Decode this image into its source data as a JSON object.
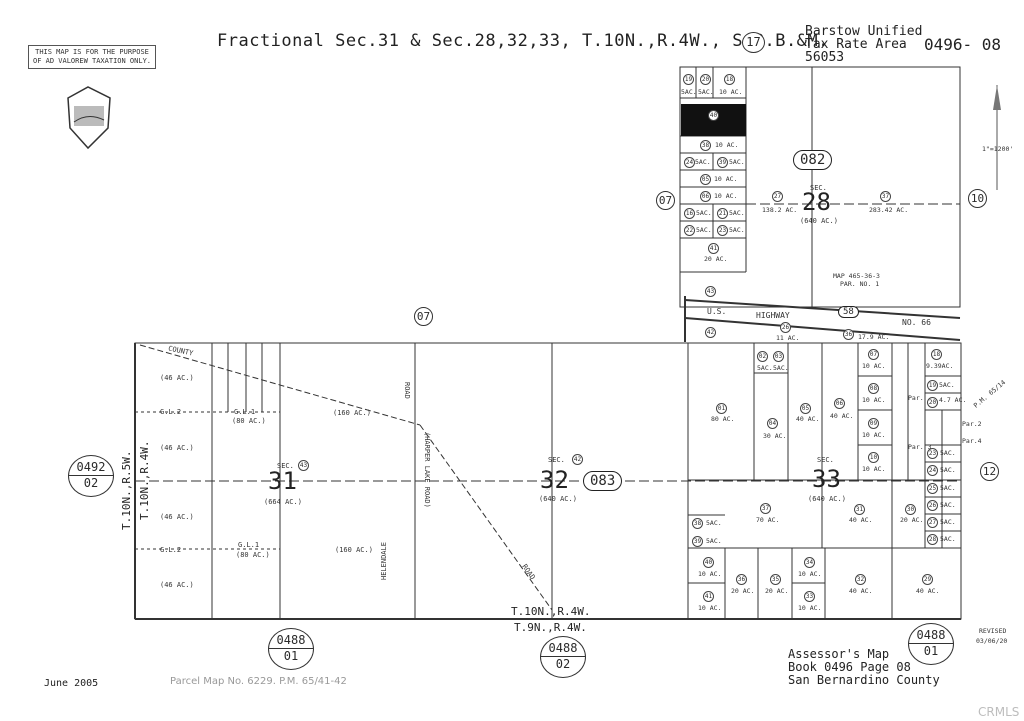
{
  "header": {
    "title": "Fractional Sec.31 & Sec.28,32,33, T.10N.,R.4W., S.B.B.&M.",
    "book_circle": "17",
    "district_line1": "Barstow Unified",
    "district_line2": "Tax Rate Area",
    "district_line3": "56053",
    "map_ref": "0496- 08"
  },
  "disclaimer": {
    "line1": "THIS MAP IS FOR THE PURPOSE",
    "line2": "OF AD VALOREW TAXATION ONLY."
  },
  "scale": "1\"=1200'",
  "adjacent": {
    "left_top": "0492",
    "left_bottom": "02",
    "bottom_left_top": "0488",
    "bottom_left_bottom": "01",
    "bottom_mid_top": "0488",
    "bottom_mid_bottom": "02",
    "bottom_right_top": "0488",
    "bottom_right_bottom": "01"
  },
  "page_circles": {
    "p07a": "07",
    "p07b": "07",
    "p10": "10",
    "p12": "12"
  },
  "pages": {
    "p082": "082",
    "p083": "083",
    "p58": "58"
  },
  "sections": {
    "s28_label": "SEC.",
    "s28_num": "28",
    "s28_acres": "(640 AC.)",
    "s31_label": "SEC.",
    "s31_circle": "43",
    "s31_num": "31",
    "s31_acres": "(664 AC.)",
    "s32_label": "SEC.",
    "s32_circle": "42",
    "s32_num": "32",
    "s32_acres": "(640 AC.)",
    "s33_label": "SEC.",
    "s33_num": "33",
    "s33_acres": "(640 AC.)"
  },
  "roads": {
    "highway_us": "U.S.",
    "highway_name": "HIGHWAY",
    "highway_no": "NO. 66",
    "county": "COUNTY",
    "helendale": "HELENDALE",
    "road": "ROAD",
    "harper": "(HARPER LAKE ROAD)",
    "road2": "ROAD"
  },
  "township": {
    "t10n_r5w": "T.10N.,R.5W.",
    "t10n_r4w_left": "T.10N.,R.4W.",
    "t10n_r4w": "T.10N.,R.4W.",
    "t9n_r4w": "T.9N.,R.4W."
  },
  "annotations": {
    "map_ref_line1": "MAP 465-36-3",
    "map_ref_line2": "PAR. NO. 1",
    "pm": "P.M. 65/14",
    "par2": "Par.2",
    "par4": "Par.4",
    "par1": "Par.",
    "par3": "Par. 3"
  },
  "parcels_sec31": [
    {
      "num": "",
      "acres": "(46 AC.)"
    },
    {
      "num": "",
      "acres": "(46 AC.)"
    },
    {
      "num": "",
      "acres": "(46 AC.)"
    },
    {
      "num": "",
      "acres": "(46 AC.)"
    }
  ],
  "gl": {
    "gl2a": "G.L.2",
    "gl1a": "G.L.1",
    "gl1a_ac": "(80 AC.)",
    "gl2b": "G.L.2",
    "gl1b": "G.L.1",
    "gl1b_ac": "(80 AC.)",
    "ac160a": "(160 AC.)",
    "ac160b": "(160 AC.)"
  },
  "sec28_parcels": {
    "p19": "19",
    "p20": "20",
    "p18": "18",
    "p19ac": "5AC.",
    "p20ac": "5AC.",
    "p18ac": "10 AC.",
    "p40": "40",
    "p38": "38",
    "p38ac": "10 AC.",
    "p24": "24",
    "p24ac": "5AC.",
    "p39": "39",
    "p39ac": "5AC.",
    "p05": "05",
    "p05ac": "10 AC.",
    "p06": "06",
    "p06ac": "10 AC.",
    "p16": "16",
    "p16ac": "5AC.",
    "p21": "21",
    "p21ac": "5AC.",
    "p22": "22",
    "p22ac": "5AC.",
    "p23": "23",
    "p23ac": "5AC.",
    "p41": "41",
    "p41ac": "20 AC.",
    "p27": "27",
    "p27ac": "138.2 AC.",
    "p37": "37",
    "p37ac": "283.42 AC."
  },
  "sec33_parcels": {
    "p01": "01",
    "p01ac": "80 AC.",
    "p02": "02",
    "p02ac": "5AC.",
    "p03": "03",
    "p03ac": "5AC.",
    "p04": "04",
    "p04ac": "30 AC.",
    "p05": "05",
    "p05ac": "40 AC.",
    "p06": "06",
    "p06ac": "40 AC.",
    "p07": "07",
    "p07ac": "10 AC.",
    "p08": "08",
    "p08ac": "10 AC.",
    "p09": "09",
    "p09ac": "10 AC.",
    "p10": "10",
    "p10ac": "10 AC.",
    "p26": "26",
    "p26ac": "11 AC.",
    "p36": "36",
    "p36ac": "17.9 AC.",
    "p37": "37",
    "p37ac": "70 AC.",
    "p31": "31",
    "p31ac": "40 AC.",
    "p30": "30",
    "p30ac": "20 AC.",
    "p38": "38",
    "p38ac": "5AC.",
    "p39": "39",
    "p39ac": "5AC.",
    "p40": "40",
    "p40ac": "10 AC.",
    "p41": "41",
    "p41ac": "10 AC.",
    "p36b": "36",
    "p36bac": "20 AC.",
    "p35": "35",
    "p35ac": "20 AC.",
    "p34": "34",
    "p34ac": "10 AC.",
    "p33": "33",
    "p33ac": "10 AC.",
    "p32": "32",
    "p32ac": "40 AC.",
    "p29": "29",
    "p29ac": "40 AC.",
    "p18": "18",
    "p18ac": "9.39AC.",
    "p19": "19",
    "p19ac": "5AC.",
    "p20": "20",
    "p20ac": "4.7 AC.",
    "p23": "23",
    "p23ac": "5AC.",
    "p24": "24",
    "p24ac": "5AC.",
    "p25": "25",
    "p25ac": "5AC.",
    "p26b": "26",
    "p26bac": "5AC.",
    "p27": "27",
    "p27ac": "5AC.",
    "p28": "28",
    "p28ac": "5AC.",
    "p42": "42",
    "p43": "43"
  },
  "footer": {
    "date": "June 2005",
    "parcel_map": "Parcel Map No. 6229. P.M. 65/41-42",
    "line1": "Assessor's Map",
    "line2": "Book 0496 Page 08",
    "line3": "San Bernardino County",
    "revised_label": "REVISED",
    "revised_date": "03/06/20",
    "watermark": "CRMLS"
  }
}
